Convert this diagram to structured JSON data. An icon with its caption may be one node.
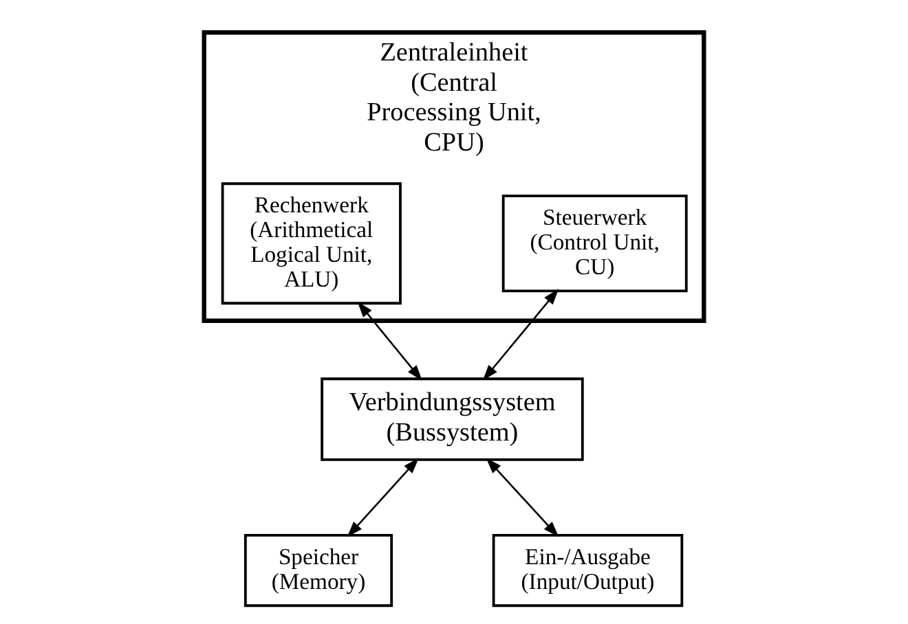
{
  "diagram": {
    "nodes": [
      {
        "text": [
          "Zentraleinheit (Central Processing Unit, CPU)"
        ]
      },
      {
        "text": [
          "Steuerwerk (Control Unit, CU)"
        ],
        "in": 0
      },
      {
        "text": [
          "Rechenwerk (Arithmetical Logical Unit, ALU)"
        ],
        "in": 0
      },
      {
        "text": [
          "Verbindungssystem (Bussystem)"
        ]
      },
      {
        "text": [
          "Speicher (Memory)"
        ]
      },
      {
        "text": [
          "Ein-/Ausgabe (Input/Output)"
        ]
      }
    ],
    "edges": [
      {
        "from": 1,
        "to": 3,
        "arrow": "both"
      },
      {
        "from": 2,
        "to": 3,
        "arrow": "both"
      },
      {
        "from": 3,
        "to": 4,
        "arrow": "both"
      },
      {
        "from": 3,
        "to": 5,
        "arrow": "both"
      }
    ]
  }
}
